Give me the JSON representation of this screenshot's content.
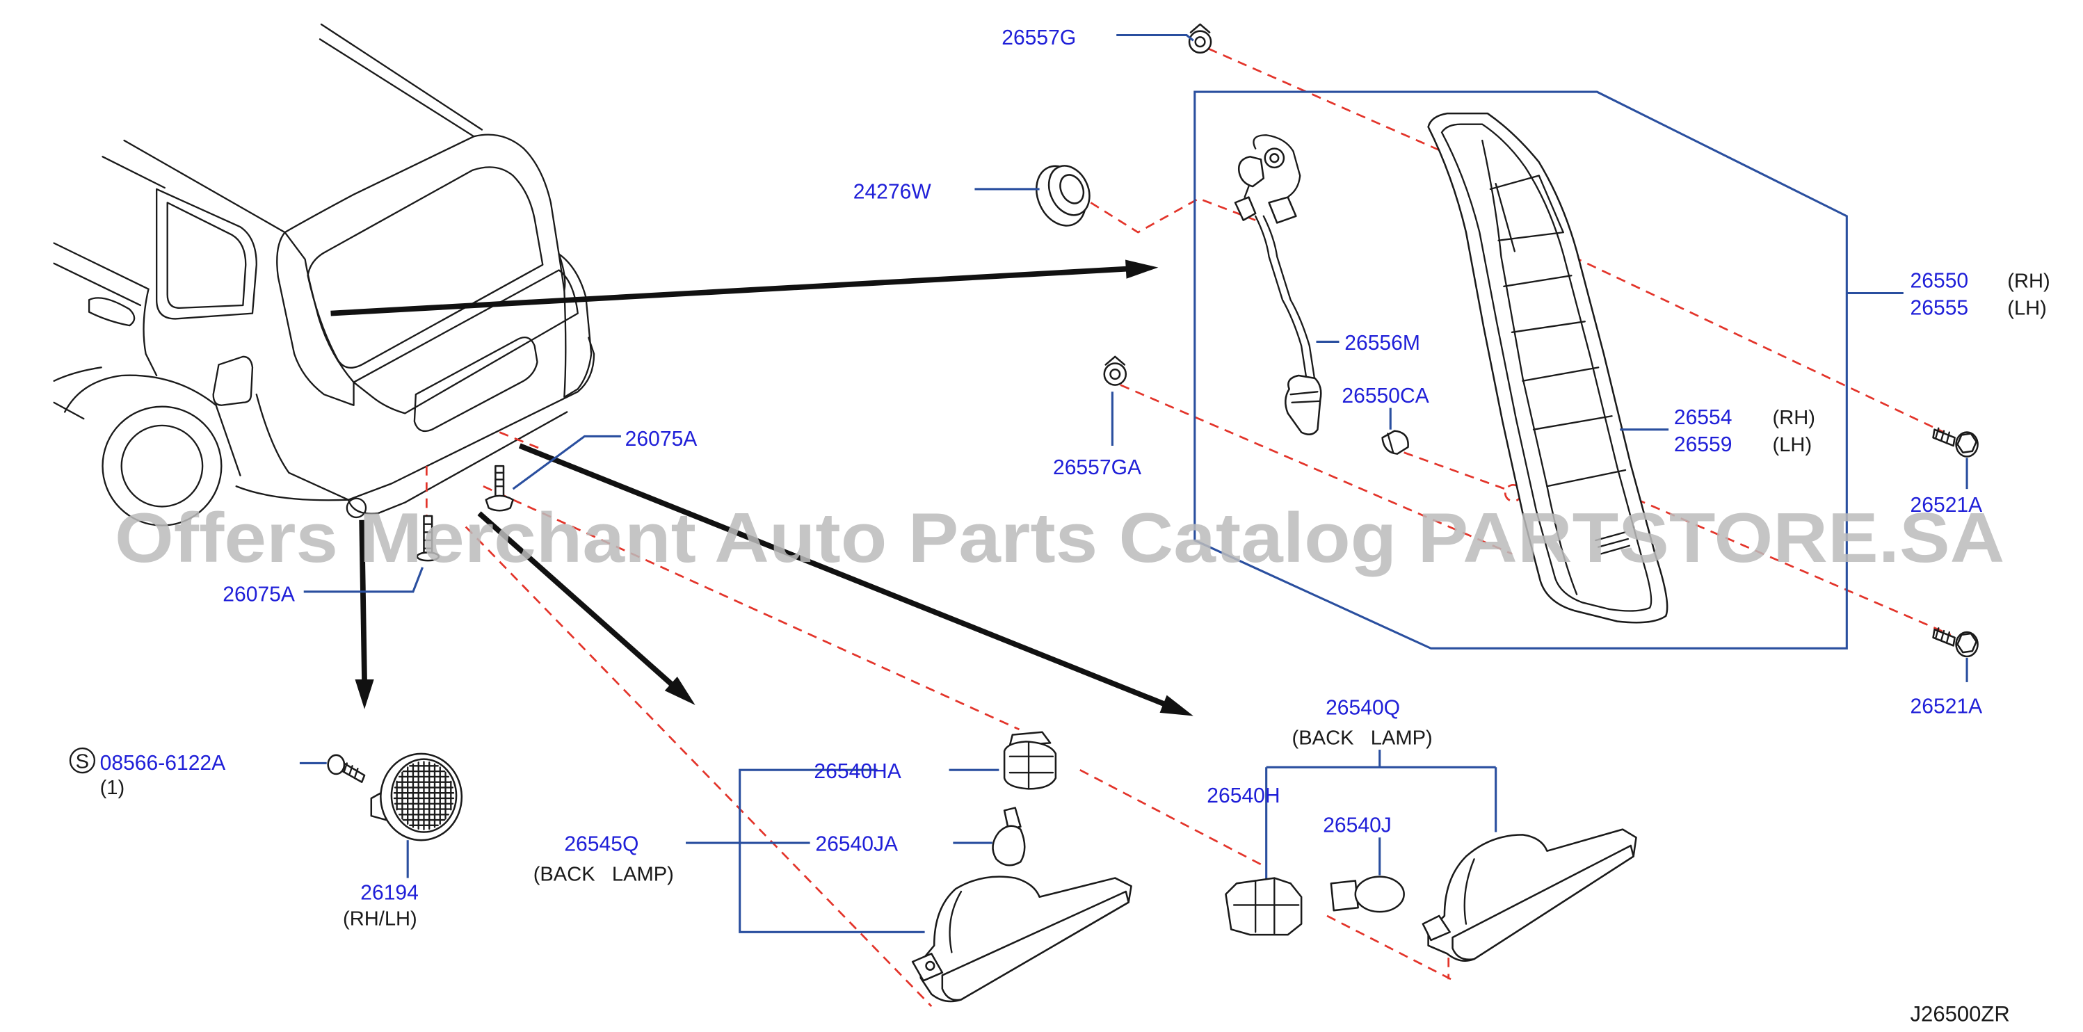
{
  "watermark": "Offers Merchant Auto Parts Catalog PARTSTORE.SA",
  "diagram_code": "J26500ZR",
  "colors": {
    "part_number": "#1f1fd8",
    "leader_line": "#2a4f9f",
    "dashed_line": "#e3342a",
    "drawing": "#1a1a1a",
    "watermark": "#bcbcbc"
  },
  "rear_combination_lamp": {
    "clip_upper": "26557G",
    "grommet": "24276W",
    "lamp_assembly": [
      {
        "part": "26550",
        "side": "(RH)"
      },
      {
        "part": "26555",
        "side": "(LH)"
      }
    ],
    "harness": "26556M",
    "bulb": "26550CA",
    "lens_body": [
      {
        "part": "26554",
        "side": "(RH)"
      },
      {
        "part": "26559",
        "side": "(LH)"
      }
    ],
    "clip_lower": "26557GA",
    "screw_upper": "26521A",
    "screw_lower": "26521A"
  },
  "bumper_clips": {
    "upper": "26075A",
    "lower": "26075A"
  },
  "reflector": {
    "screw_symbol": "S",
    "screw": "08566-6122A",
    "screw_qty": "(1)",
    "part": "26194",
    "side": "(RH/LH)"
  },
  "back_lamp_left": {
    "socket": "26540HA",
    "bulb": "26540JA",
    "assembly": "26545Q",
    "note": "(BACK   LAMP)"
  },
  "back_lamp_right": {
    "assembly": "26540Q",
    "note": "(BACK   LAMP)",
    "socket": "26540H",
    "bulb": "26540J"
  }
}
